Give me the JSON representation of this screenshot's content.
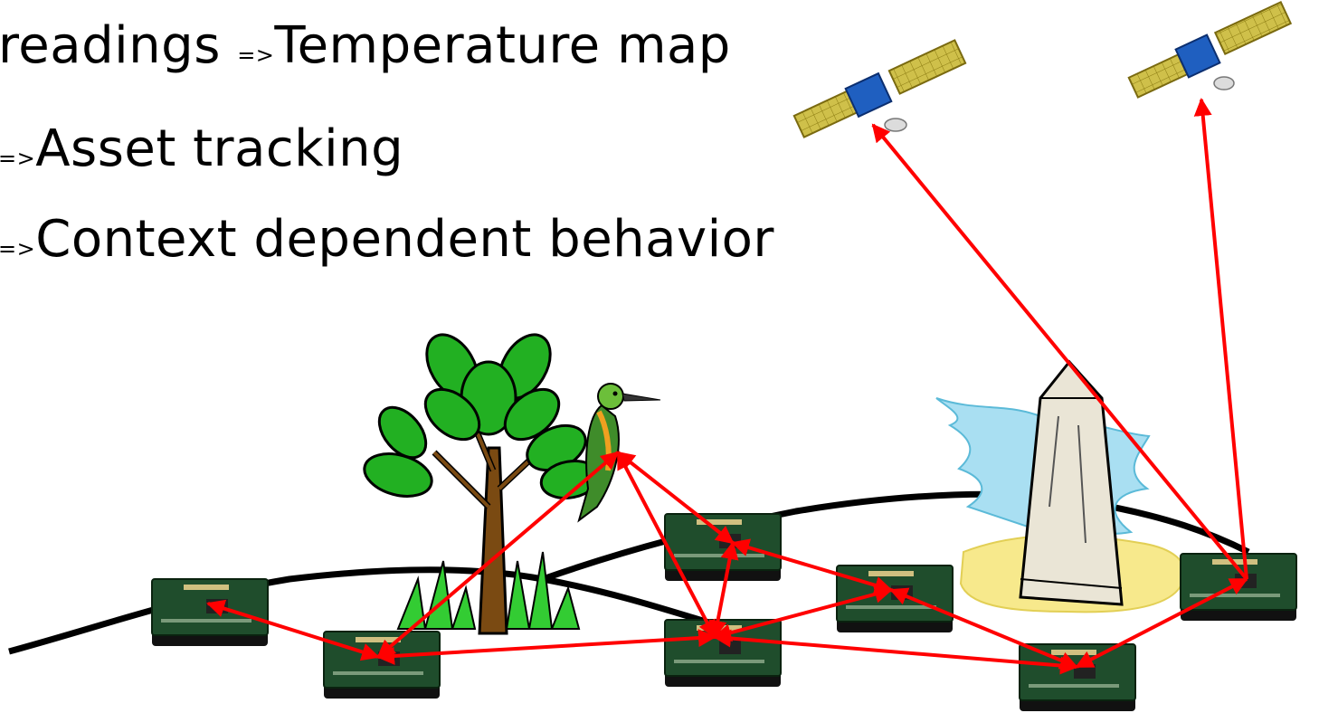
{
  "bullets": [
    {
      "prefix": "readings ",
      "arrow": "=>",
      "text": "Temperature map"
    },
    {
      "prefix": "",
      "arrow": "=>",
      "text": "Asset tracking"
    },
    {
      "prefix": "",
      "arrow": "=>",
      "text": "Context dependent behavior"
    }
  ],
  "colors": {
    "link": "#ff0000",
    "terrain": "#000000",
    "board": "#1f4d2c",
    "leaf": "#1fa81f",
    "trunk": "#7a4a12",
    "grass": "#33cc33",
    "monument": "#e8e3d6",
    "water": "#a9dff2",
    "sand": "#f7e98c",
    "panel": "#d9c22a"
  }
}
